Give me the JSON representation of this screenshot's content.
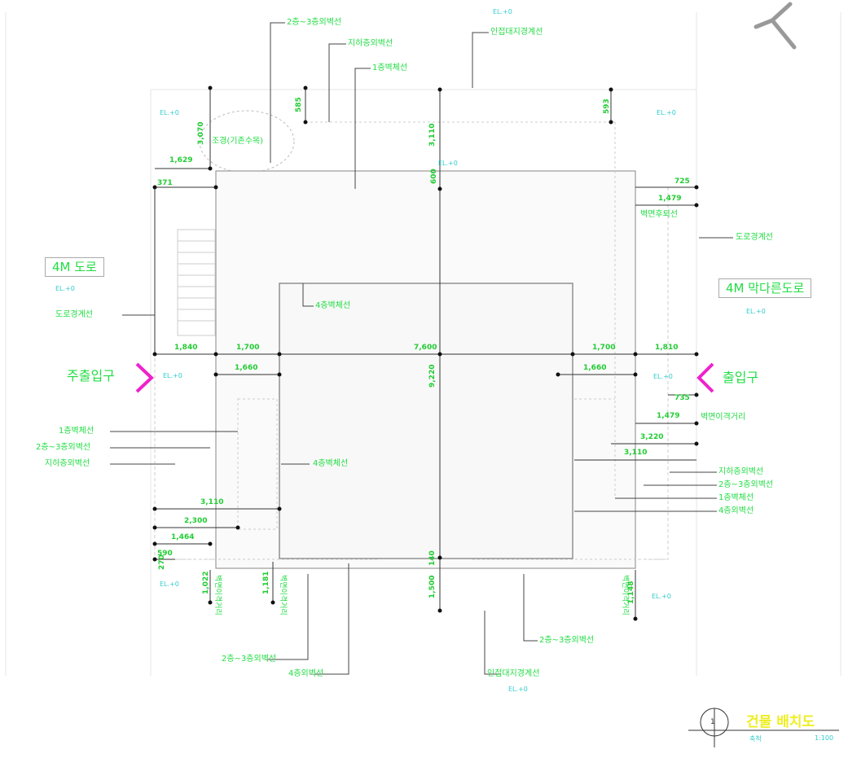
{
  "roads": {
    "left": "4M 도로",
    "right": "4M 막다른도로"
  },
  "entrances": {
    "main": "주출입구",
    "sub": "출입구"
  },
  "top_labels": {
    "l1": "2층~3층외벽선",
    "l2": "지하층외벽선",
    "l3": "1층벽체선",
    "l4": "인접대지경계선"
  },
  "side_labels": {
    "road_boundary_left": "도로경계선",
    "road_boundary_right": "도로경계선",
    "setback_right": "벽면후퇴선",
    "setback_right2": "벽면이격거리",
    "floor4_wall": "4층벽체선",
    "floor4_wall_b": "4층벽체선",
    "floor1_left": "1층벽체선",
    "floor23_left": "2층~3층외벽선",
    "basement_left": "지하층외벽선",
    "basement_right": "지하층외벽선",
    "floor23_right": "2층~3층외벽선",
    "floor1_right": "1층벽체선",
    "floor4_right": "4층외벽선",
    "bottom_floor23": "2층~3층외벽선",
    "bottom_floor4": "4층외벽선",
    "bottom_floor23_r": "2층~3층외벽선",
    "bottom_adjacent": "인접대지경계선",
    "bottom_setback1": "벽면이격거리",
    "bottom_setback2": "벽면이격거리",
    "bottom_setback3": "벽면이격거리",
    "tree": "조경(기존수목)"
  },
  "dimensions": {
    "d1840": "1,840",
    "d1700a": "1,700",
    "d7600": "7,600",
    "d1700b": "1,700",
    "d1810": "1,810",
    "d1660": "1,660",
    "d1660b": "1,660",
    "d3110a": "3,110",
    "d2300": "2,300",
    "d1464": "1,464",
    "d590": "590",
    "d371": "371",
    "d1629": "1,629",
    "d3070": "3,070",
    "d3110v": "3,110",
    "d585": "585",
    "d593": "593",
    "d600": "600",
    "d725a": "725",
    "d1479a": "1,479",
    "d735": "735",
    "d1479b": "1,479",
    "d3220": "3,220",
    "d3110b": "3,110",
    "d9220": "9,220",
    "d1500": "1,500",
    "d1181": "1,181",
    "d1022": "1,022",
    "d1148": "1,148",
    "d270": "270",
    "d140": "140"
  },
  "elevations": {
    "e1": "EL.+0",
    "e2": "EL.+0",
    "e3": "EL.+0",
    "e4": "EL.+0",
    "e5": "EL.+0",
    "e6": "EL.+0",
    "e7": "EL.+0",
    "e8": "EL.+0",
    "e9": "EL.+0",
    "e10": "EL.+0",
    "e11": "EL.+0"
  },
  "title_block": {
    "number": "1",
    "title": "건물 배치도",
    "scale_left": "축척",
    "scale_right": "1:100"
  },
  "colors": {
    "green": "#22dd44",
    "magenta": "#ee22cc",
    "yellow": "#eeee22",
    "cyan": "#33cccc"
  }
}
